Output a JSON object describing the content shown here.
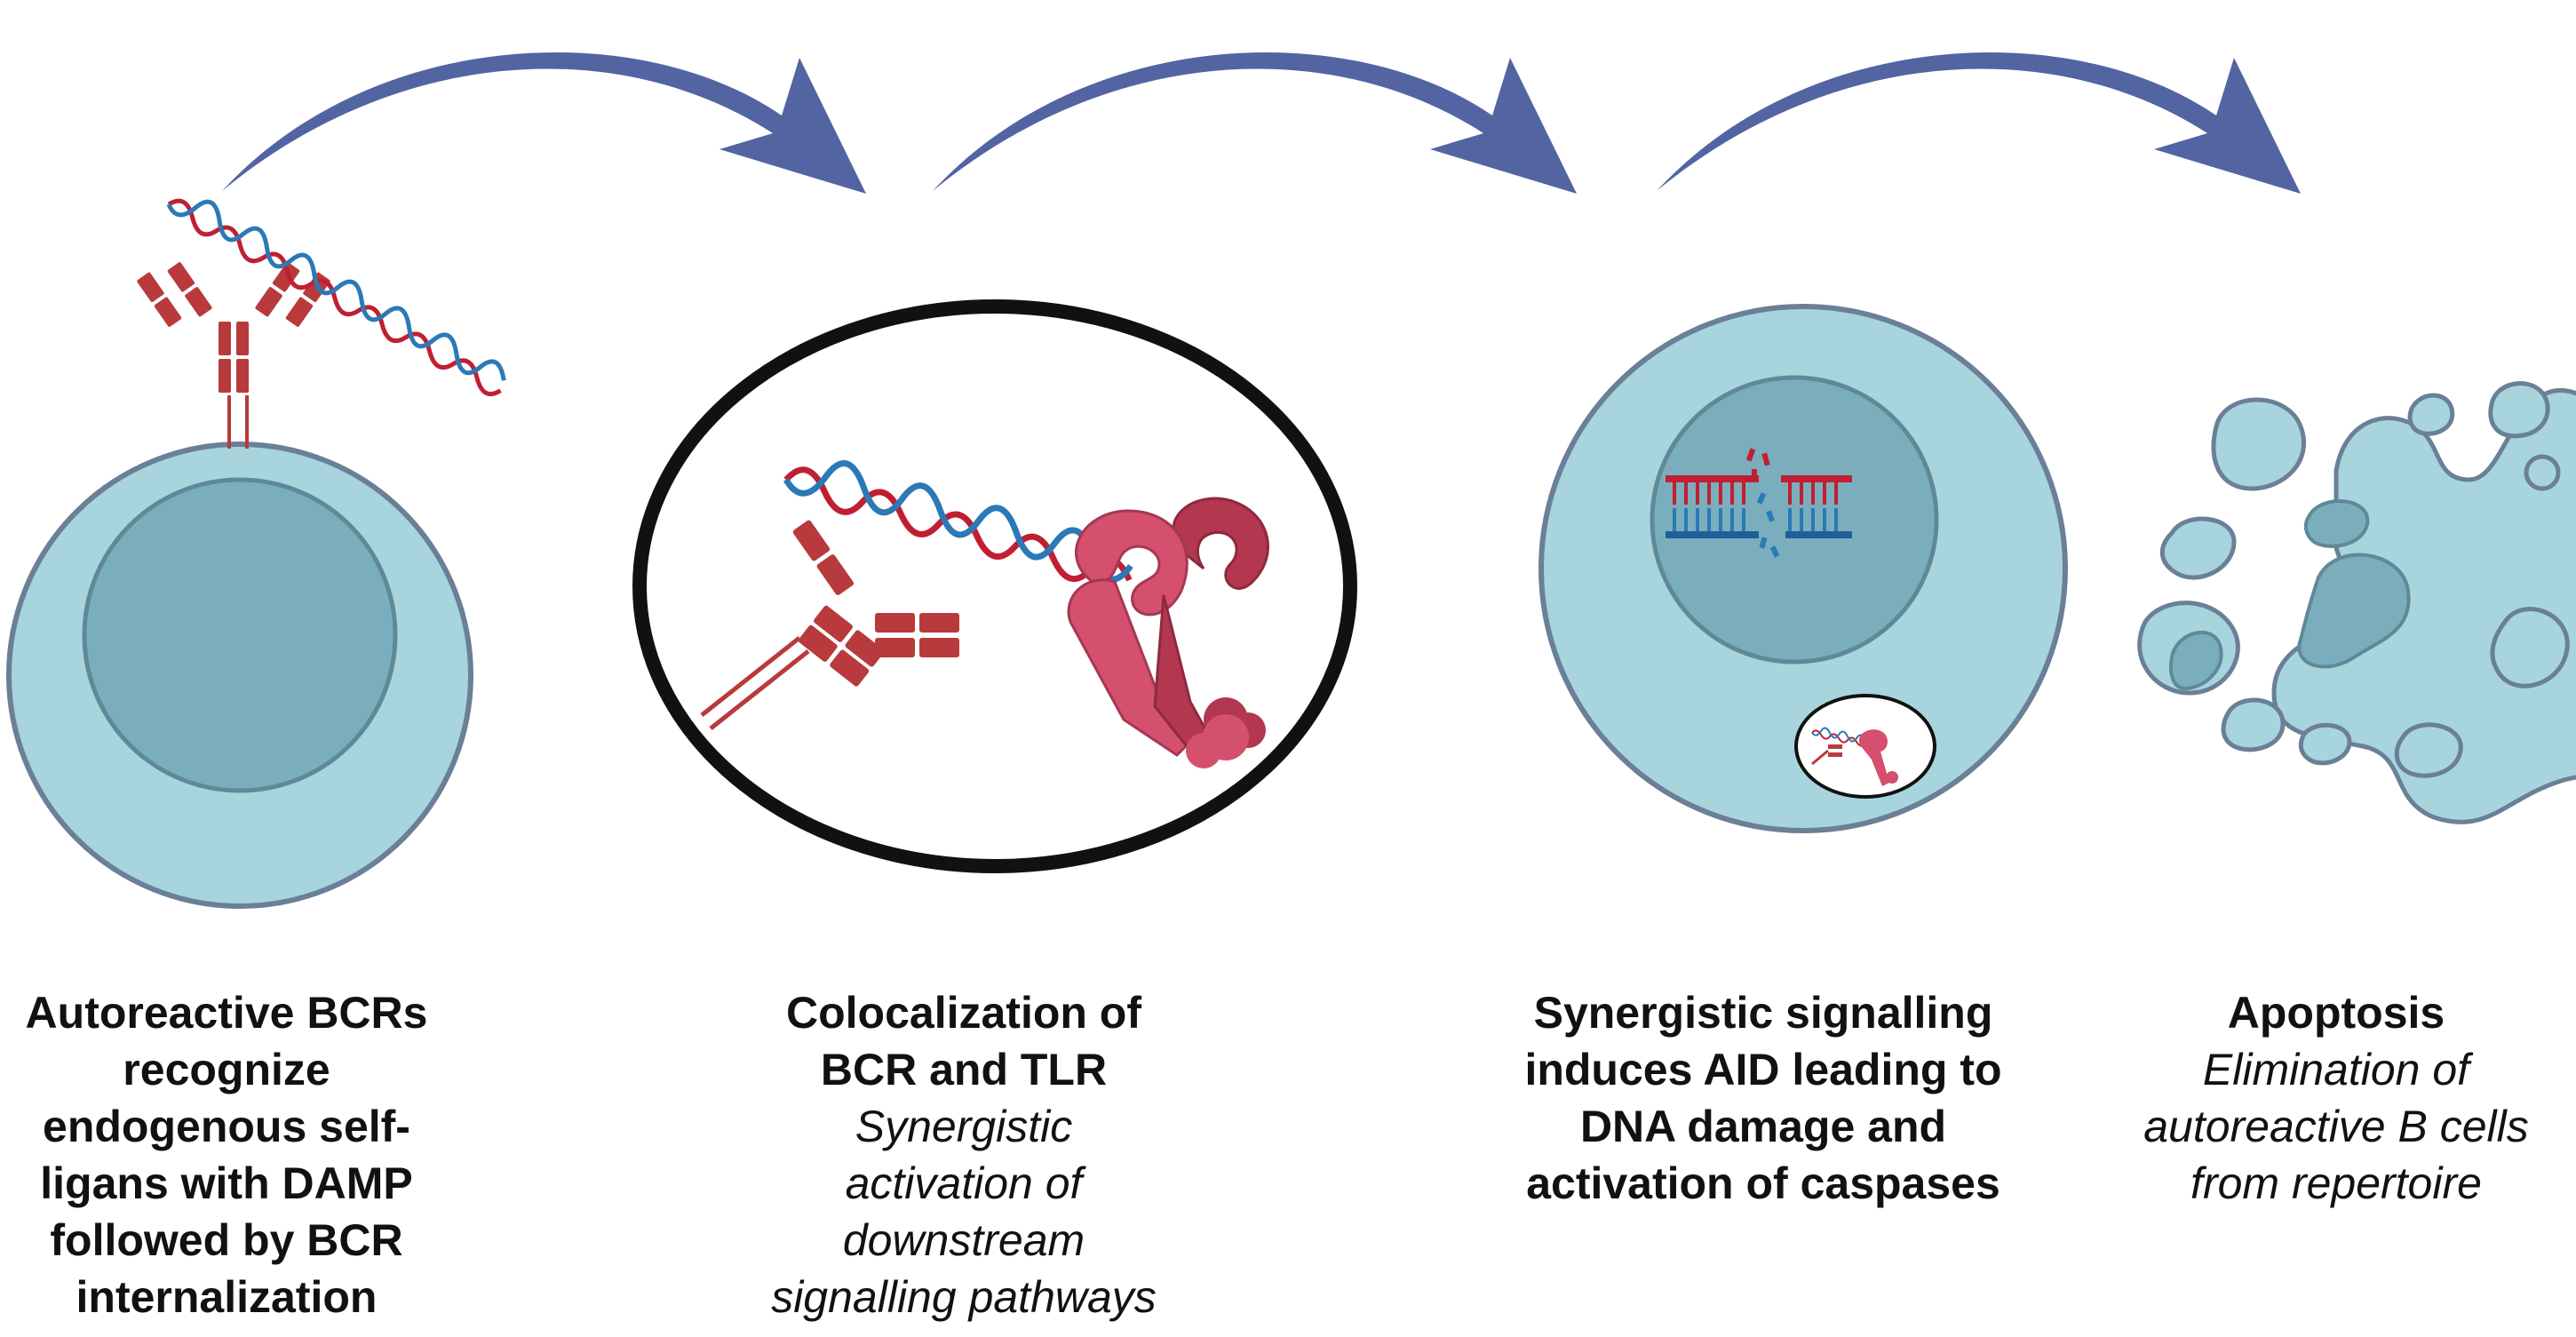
{
  "colors": {
    "arrow": "#5264a2",
    "cell_fill": "#a8d4dd",
    "cell_stroke": "#6b7f97",
    "nucleus_fill": "#7aaebc",
    "antibody": "#b83a3c",
    "dna_red": "#c01f33",
    "dna_blue": "#2b79b7",
    "tlr": "#d4506e",
    "tlr_dark": "#b2374f",
    "oval_stroke": "#111111"
  },
  "icons": [
    "curved-arrow-icon",
    "b-cell-icon",
    "antibody-icon",
    "dna-helix-icon",
    "tlr-receptor-icon",
    "dna-damage-icon",
    "apoptotic-body-icon"
  ],
  "steps": [
    {
      "title": "Autoreactive BCRs recognize endogenous  self-ligans with DAMP followed by BCR internalization",
      "title_lines": [
        "Autoreactive BCRs",
        "recognize",
        "endogenous  self-",
        "ligans with DAMP",
        "followed by BCR",
        "internalization"
      ],
      "subtitle_lines": []
    },
    {
      "title": "Colocalization of BCR and TLR",
      "title_lines": [
        "Colocalization of",
        "BCR and TLR"
      ],
      "subtitle_lines": [
        "Synergistic",
        "activation of",
        "downstream",
        "signalling pathways"
      ]
    },
    {
      "title": "Synergistic signalling induces AID leading to DNA damage and activation of caspases",
      "title_lines": [
        "Synergistic signalling",
        "induces AID leading to",
        "DNA damage and",
        "activation of caspases"
      ],
      "subtitle_lines": []
    },
    {
      "title": "Apoptosis",
      "title_lines": [
        "Apoptosis"
      ],
      "subtitle_lines": [
        "Elimination of",
        "autoreactive B cells",
        "from repertoire"
      ]
    }
  ]
}
